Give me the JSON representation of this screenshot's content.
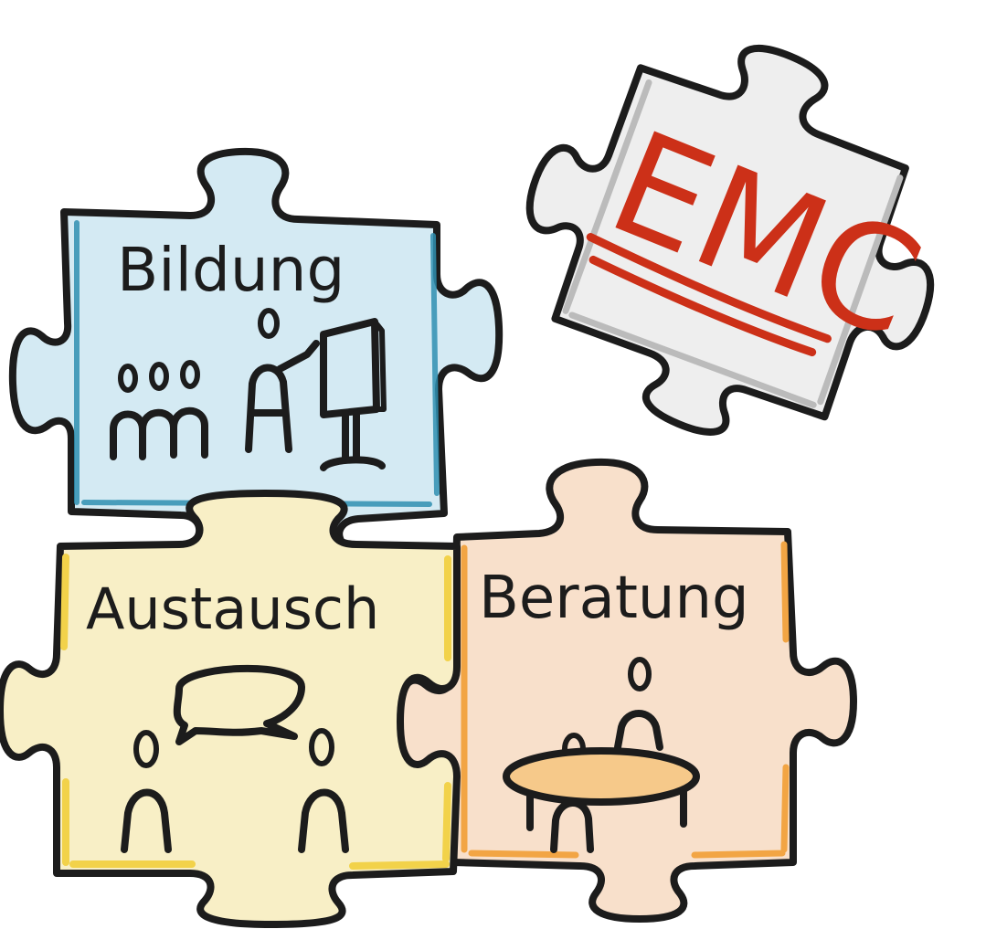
{
  "pieces": {
    "bildung": {
      "label": "Bildung",
      "fill": "#d4eaf3",
      "edge": "#2f8fb0"
    },
    "emc": {
      "label": "EMC",
      "fill": "#eeeeee",
      "edge": "#bbbbbb",
      "text_color": "#cc3018"
    },
    "austausch": {
      "label": "Austausch",
      "fill": "#f8efc6",
      "edge": "#f2d24a"
    },
    "beratung": {
      "label": "Beratung",
      "fill": "#f8e0cb",
      "edge": "#f2a544"
    }
  }
}
